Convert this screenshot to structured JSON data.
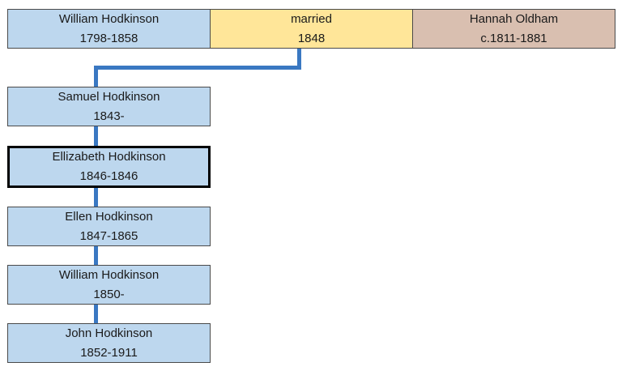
{
  "parents": {
    "father": {
      "name": "William Hodkinson",
      "dates": "1798-1858"
    },
    "marriage": {
      "label": "married",
      "year": "1848"
    },
    "mother": {
      "name": "Hannah Oldham",
      "dates": "c.1811-1881"
    }
  },
  "children": [
    {
      "name": "Samuel Hodkinson",
      "dates": "1843-"
    },
    {
      "name": "Ellizabeth Hodkinson",
      "dates": "1846-1846"
    },
    {
      "name": "Ellen Hodkinson",
      "dates": "1847-1865"
    },
    {
      "name": "William Hodkinson",
      "dates": "1850-"
    },
    {
      "name": "John Hodkinson",
      "dates": "1852-1911"
    }
  ],
  "colors": {
    "person_fill": "#bdd7ee",
    "marriage_fill": "#ffe699",
    "spouse_fill": "#d9bfb0",
    "connector": "#3a78c2"
  }
}
